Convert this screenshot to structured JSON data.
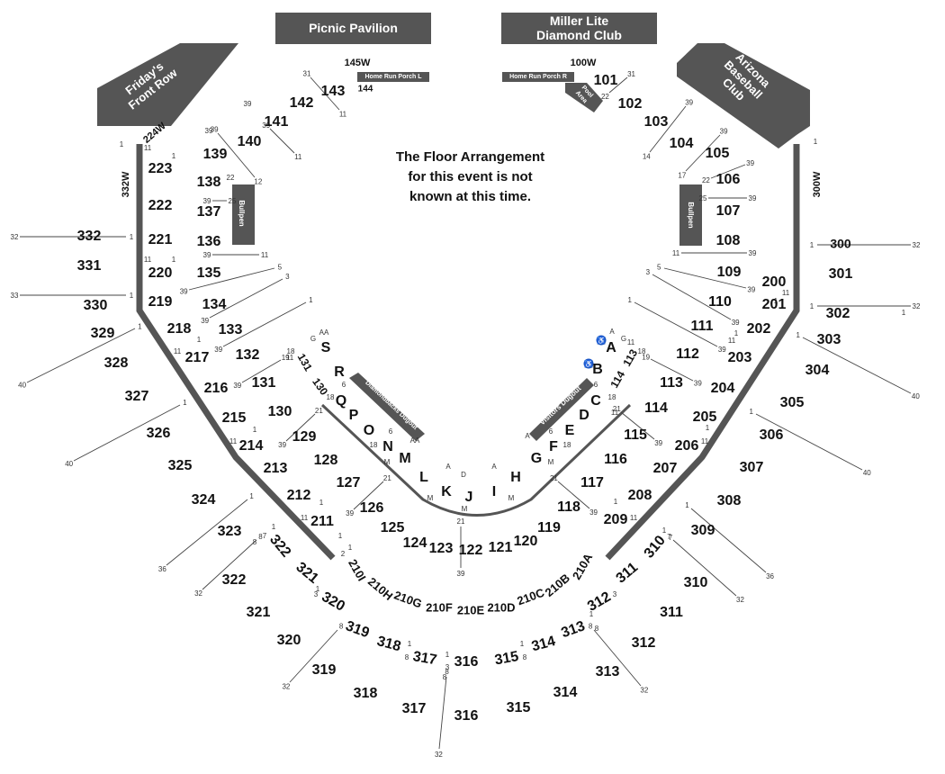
{
  "banners": {
    "picnic": "Picnic Pavilion",
    "miller": "Miller Lite\nDiamond Club",
    "fridays": "Friday's\nFront Row",
    "arizona": "Arizona\nBaseball\nClub",
    "porch_l": "Home Run Porch L",
    "porch_r": "Home Run Porch R",
    "pool": "Pool\nArea",
    "bullpen": "Bullpen",
    "dbacks_dugout": "Diamondbacks Dugout",
    "visitors_dugout": "Visitors Dugout"
  },
  "notice": "The Floor Arrangement\nfor this event is not\nknown at this time.",
  "wall_labels": [
    "145W",
    "100W",
    "224W",
    "332W",
    "300W"
  ],
  "sections": [
    "143",
    "144",
    "142",
    "141",
    "140",
    "139",
    "138",
    "137",
    "136",
    "135",
    "134",
    "133",
    "132",
    "131",
    "130",
    "129",
    "128",
    "127",
    "126",
    "125",
    "124",
    "123",
    "122",
    "121",
    "120",
    "119",
    "118",
    "117",
    "116",
    "115",
    "114",
    "113",
    "112",
    "111",
    "110",
    "109",
    "108",
    "107",
    "106",
    "105",
    "104",
    "103",
    "102",
    "101",
    "223",
    "222",
    "221",
    "220",
    "219",
    "218",
    "217",
    "216",
    "215",
    "214",
    "213",
    "212",
    "211",
    "210I",
    "210H",
    "210G",
    "210F",
    "210E",
    "210D",
    "210C",
    "210B",
    "210A",
    "209",
    "208",
    "207",
    "206",
    "205",
    "204",
    "203",
    "202",
    "201",
    "200",
    "332",
    "331",
    "330",
    "329",
    "328",
    "327",
    "326",
    "325",
    "324",
    "323",
    "322",
    "321",
    "320",
    "319",
    "318",
    "317",
    "316",
    "315",
    "314",
    "313",
    "312",
    "311",
    "310",
    "309",
    "308",
    "307",
    "306",
    "305",
    "304",
    "303",
    "302",
    "301",
    "300",
    "A",
    "B",
    "C",
    "D",
    "E",
    "F",
    "G",
    "H",
    "I",
    "J",
    "K",
    "L",
    "M",
    "N",
    "O",
    "P",
    "Q",
    "R",
    "S"
  ],
  "row_labels": [
    "1",
    "3",
    "5",
    "6",
    "7",
    "8",
    "11",
    "12",
    "14",
    "17",
    "18",
    "19",
    "21",
    "22",
    "25",
    "31",
    "32",
    "33",
    "36",
    "39",
    "40",
    "A",
    "AA",
    "D",
    "G",
    "M"
  ],
  "icons": [
    "accessible-icon",
    "accessible-icon"
  ]
}
